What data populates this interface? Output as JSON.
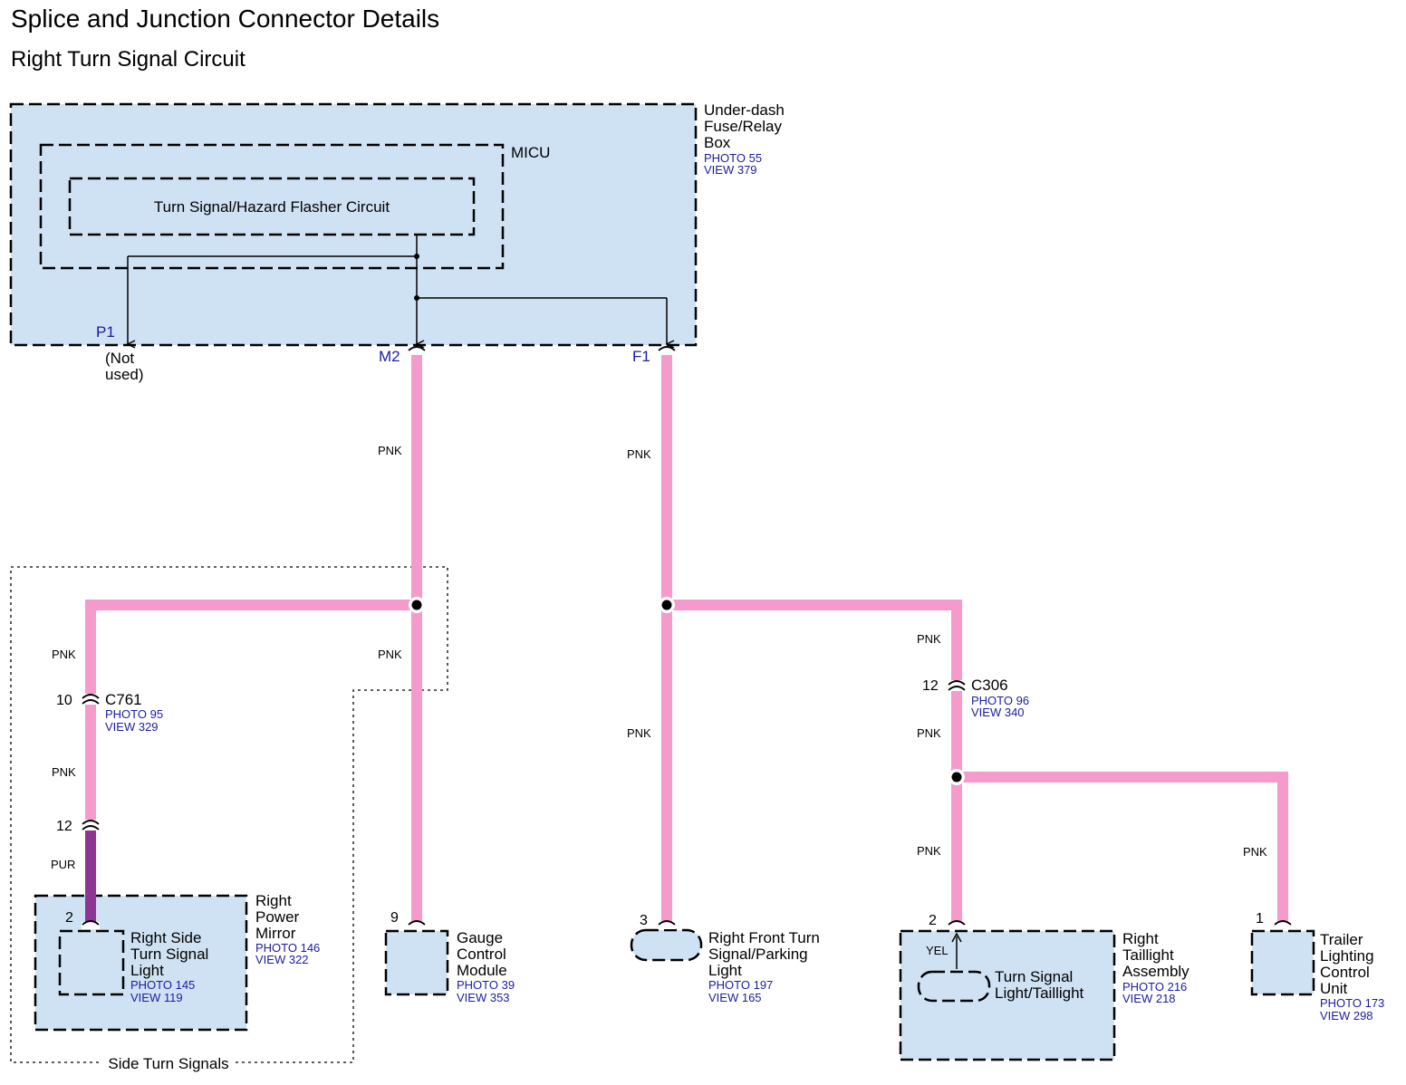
{
  "title": "Splice and Junction Connector Details",
  "subtitle": "Right Turn Signal Circuit",
  "colors": {
    "pnk": "#f59bcb",
    "pur": "#8e3594",
    "box_fill": "#cfe2f3",
    "ref_text": "#1c1ca0"
  },
  "fuse_box": {
    "name_lines": [
      "Under-dash",
      "Fuse/Relay",
      "Box"
    ],
    "photo": "PHOTO 55",
    "view": "VIEW 379"
  },
  "micu": {
    "label": "MICU"
  },
  "flasher": {
    "label": "Turn Signal/Hazard Flasher Circuit"
  },
  "terminals": {
    "p1": "P1",
    "m2": "M2",
    "f1": "F1",
    "not_used_lines": [
      "(Not",
      "used)"
    ]
  },
  "wires": {
    "pnk": "PNK",
    "pur": "PUR",
    "yel": "YEL"
  },
  "connectors": {
    "c761": {
      "name": "C761",
      "photo": "PHOTO 95",
      "view": "VIEW 329",
      "pin_top": "10",
      "pin_bottom": "12"
    },
    "c306": {
      "name": "C306",
      "photo": "PHOTO 96",
      "view": "VIEW 340",
      "pin": "12"
    }
  },
  "side_turn_group": {
    "label": "Side Turn Signals"
  },
  "components": {
    "mirror": {
      "pin": "2",
      "lines": [
        "Right",
        "Power",
        "Mirror"
      ],
      "photo": "PHOTO 146",
      "view": "VIEW 322"
    },
    "side_light": {
      "lines": [
        "Right Side",
        "Turn Signal",
        "Light"
      ],
      "photo": "PHOTO 145",
      "view": "VIEW 119"
    },
    "gauge": {
      "pin": "9",
      "lines": [
        "Gauge",
        "Control",
        "Module"
      ],
      "photo": "PHOTO 39",
      "view": "VIEW 353"
    },
    "front_light": {
      "pin": "3",
      "lines": [
        "Right Front Turn",
        "Signal/Parking",
        "Light"
      ],
      "photo": "PHOTO 197",
      "view": "VIEW 165"
    },
    "taillight": {
      "pin": "2",
      "lines": [
        "Right",
        "Taillight",
        "Assembly"
      ],
      "photo": "PHOTO 216",
      "view": "VIEW 218",
      "inner_lines": [
        "Turn Signal",
        "Light/Taillight"
      ]
    },
    "trailer": {
      "pin": "1",
      "lines": [
        "Trailer",
        "Lighting",
        "Control",
        "Unit"
      ],
      "photo": "PHOTO 173",
      "view": "VIEW 298"
    }
  }
}
